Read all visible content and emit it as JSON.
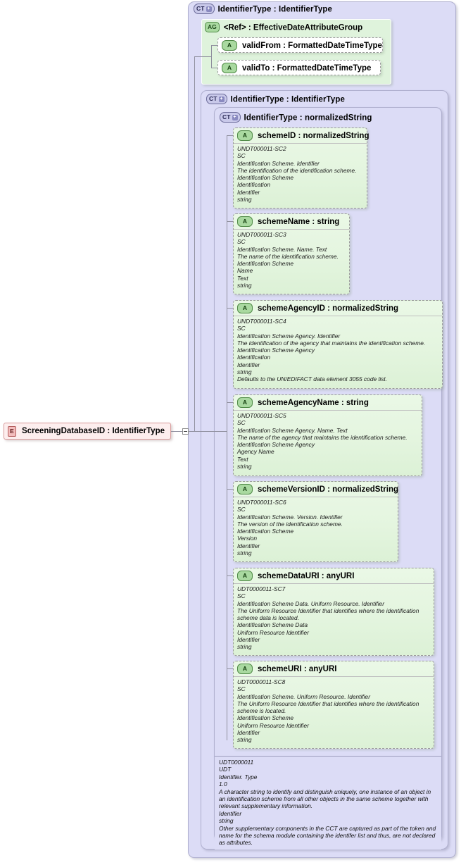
{
  "diagram": {
    "type": "xsd-schema-tree",
    "root_element": {
      "badge": "E",
      "label": "ScreeningDatabaseID : IdentifierType",
      "name": "ScreeningDatabaseID",
      "datatype": "IdentifierType"
    },
    "containers": [
      {
        "badge": "CT",
        "label": "IdentifierType : IdentifierType"
      },
      {
        "badge": "CT",
        "label": "IdentifierType : IdentifierType"
      },
      {
        "badge": "CT",
        "label": "IdentifierType : normalizedString"
      }
    ],
    "attribute_group": {
      "badge": "AG",
      "label": "<Ref>     : EffectiveDateAttributeGroup",
      "attributes": [
        {
          "badge": "A",
          "label": "validFrom : FormattedDateTimeType"
        },
        {
          "badge": "A",
          "label": "validTo    : FormattedDateTimeType"
        }
      ]
    },
    "attributes": [
      {
        "badge": "A",
        "label": "schemeID : normalizedString",
        "lines": [
          "UNDT000011-SC2",
          "SC",
          "Identification Scheme. Identifier",
          "The identification of the identification scheme.",
          "Identification Scheme",
          "Identification",
          "Identifier",
          "string"
        ]
      },
      {
        "badge": "A",
        "label": "schemeName : string",
        "lines": [
          "UNDT000011-SC3",
          "SC",
          "Identification Scheme. Name. Text",
          "The name of the identification scheme.",
          "Identification Scheme",
          "Name",
          "Text",
          "string"
        ]
      },
      {
        "badge": "A",
        "label": "schemeAgencyID : normalizedString",
        "lines": [
          "UNDT000011-SC4",
          "SC",
          "Identification Scheme Agency. Identifier",
          "The identification of the agency that maintains the identification scheme.",
          "Identification Scheme Agency",
          "Identification",
          "Identifier",
          "string",
          "Defaults to the UN/EDIFACT data element 3055 code list."
        ]
      },
      {
        "badge": "A",
        "label": "schemeAgencyName : string",
        "lines": [
          "UNDT000011-SC5",
          "SC",
          "Identification Scheme Agency. Name. Text",
          "The name of the agency that maintains the identification scheme.",
          "Identification Scheme Agency",
          "Agency Name",
          "Text",
          "string"
        ]
      },
      {
        "badge": "A",
        "label": "schemeVersionID : normalizedString",
        "lines": [
          "UNDT000011-SC6",
          "SC",
          "Identification Scheme. Version. Identifier",
          "The version of the identification scheme.",
          "Identification Scheme",
          "Version",
          "Identifier",
          "string"
        ]
      },
      {
        "badge": "A",
        "label": "schemeDataURI : anyURI",
        "lines": [
          "UDT0000011-SC7",
          "SC",
          "Identification Scheme Data. Uniform Resource. Identifier",
          "The Uniform Resource Identifier that identifies where the identification scheme data is located.",
          "Identification Scheme Data",
          "Uniform Resource Identifier",
          "Identifier",
          "string"
        ]
      },
      {
        "badge": "A",
        "label": "schemeURI : anyURI",
        "lines": [
          "UDT0000011-SC8",
          "SC",
          "Identification Scheme. Uniform Resource. Identifier",
          "The Uniform Resource Identifier that identifies where the identification scheme is located.",
          "Identification Scheme",
          "Uniform Resource Identifier",
          "Identifier",
          "string"
        ]
      }
    ],
    "documentation": [
      "UDT0000011",
      "UDT",
      "Identifier. Type",
      "1.0",
      "A character string to identify and distinguish uniquely, one instance of an object in an identification scheme from all other objects in the same scheme together with relevant supplementary information.",
      "Identifier",
      "string",
      "Other supplementary components in the CCT are captured as part of the token and name for the schema module containing the identifer list and thus, are not declared as attributes."
    ]
  },
  "colors": {
    "container_bg": "#dcdcf6",
    "container_border": "#b0b0cf",
    "attribute_bg": "#e4f5df",
    "attribute_border": "#9a9a9a",
    "element_bg": "#fdeeee",
    "element_border": "#d89a9a",
    "badge_ct": "#c9c9ea",
    "badge_ag": "#a9d9a0",
    "badge_e": "#f3bdbd",
    "connector": "#8f8f9e"
  }
}
